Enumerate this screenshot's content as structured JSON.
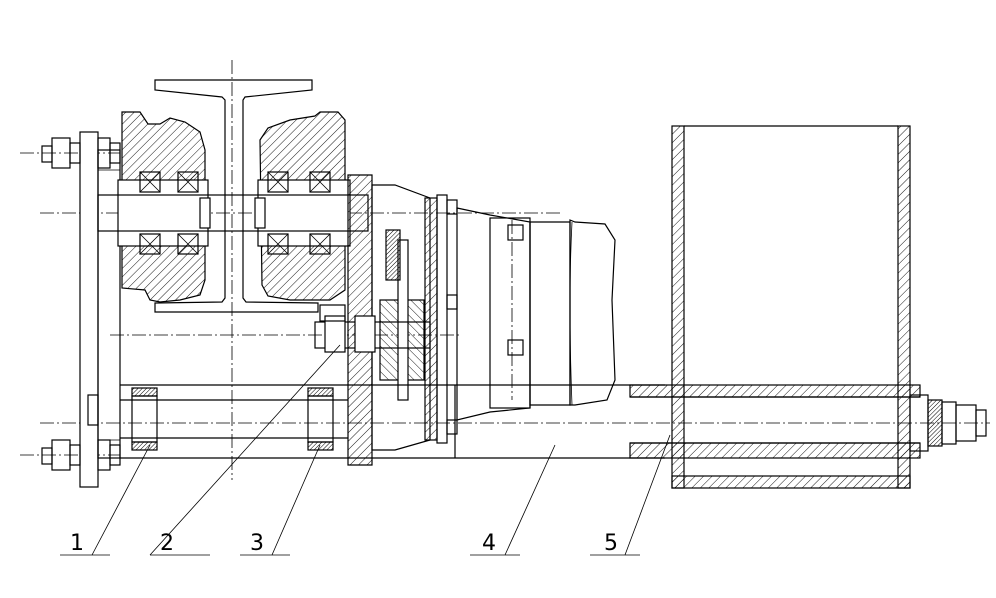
{
  "drawing": {
    "line_color": "#000000",
    "background": "#ffffff",
    "callouts": [
      {
        "label": "1"
      },
      {
        "label": "2"
      },
      {
        "label": "3"
      },
      {
        "label": "4"
      },
      {
        "label": "5"
      }
    ]
  }
}
